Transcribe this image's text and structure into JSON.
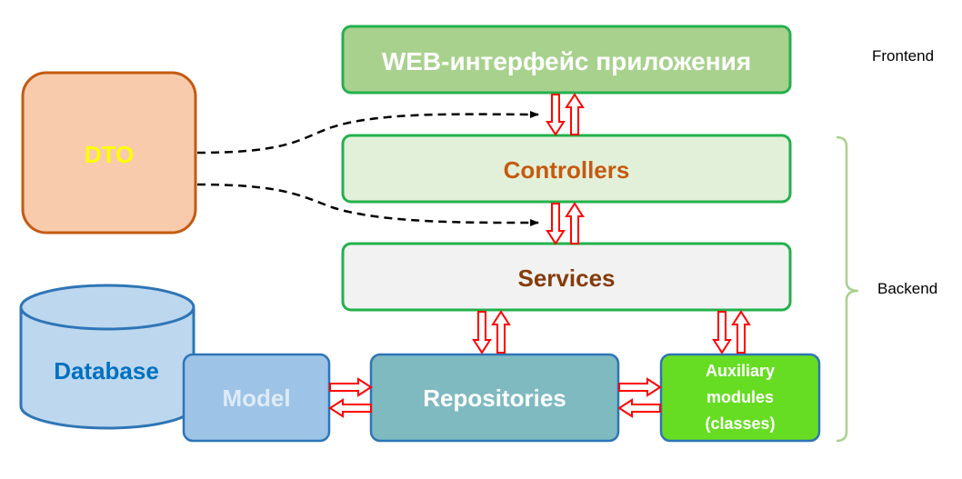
{
  "nodes": {
    "web_ui": {
      "label": "WEB-интерфейс приложения",
      "fill": "#a9d18e",
      "stroke": "#22b14c",
      "text_color": "#ffffff"
    },
    "controllers": {
      "label": "Controllers",
      "fill": "#e2f0d9",
      "stroke": "#22b14c",
      "text_color": "#c55a11"
    },
    "services": {
      "label": "Services",
      "fill": "#f2f2f2",
      "stroke": "#22b14c",
      "text_color": "#843c0c"
    },
    "dto": {
      "label": "DTO",
      "fill": "#f8cbad",
      "stroke": "#c55a11",
      "text_color": "#ffff00"
    },
    "database": {
      "label": "Database",
      "fill": "#bdd7ee",
      "stroke": "#2e75b6",
      "text_color": "#0070c0"
    },
    "model": {
      "label": "Model",
      "fill": "#9dc3e6",
      "stroke": "#2e75b6",
      "text_color": "#deebf7"
    },
    "repositories": {
      "label": "Repositories",
      "fill": "#7fbac1",
      "stroke": "#2e75b6",
      "text_color": "#ffffff"
    },
    "auxiliary": {
      "lines": [
        "Auxiliary",
        "modules",
        "(classes)"
      ],
      "fill": "#66dd22",
      "stroke": "#2e75b6",
      "text_color": "#ffffff"
    }
  },
  "side_labels": {
    "frontend": "Frontend",
    "backend": "Backend"
  },
  "colors": {
    "arrow_outline": "#ff0000",
    "dashed_arrow": "#000000",
    "bracket": "#a9d18e"
  }
}
